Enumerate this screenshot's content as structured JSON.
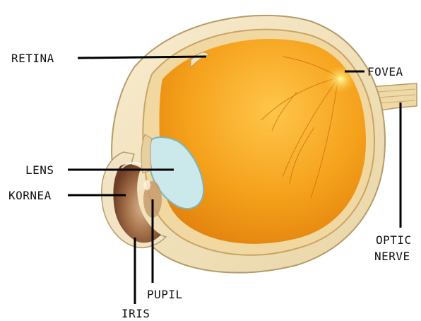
{
  "diagram": {
    "labels": {
      "retina": "RETINA",
      "fovea": "FOVEA",
      "lens": "LENS",
      "kornea": "KORNEA",
      "optic_line1": "OPTIC",
      "optic_line2": "NERVE",
      "pupil": "PUPIL",
      "iris": "IRIS"
    },
    "colors": {
      "vitreous": "#f0a51e",
      "sclera": "#f3e6c2",
      "lens": "#bfe4e6",
      "iris": "#8c5a3c",
      "fovea": "#fff27a"
    }
  }
}
